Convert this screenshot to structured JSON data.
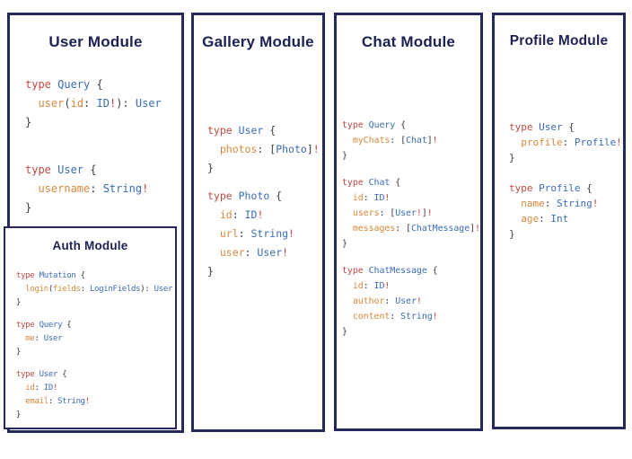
{
  "colors": {
    "bg": "#ffffff",
    "border": "#252a5c",
    "title": "#1c2153",
    "kw": "#c04a43",
    "ty": "#3a6cb4",
    "fld": "#d8883b",
    "pun": "#3b3b41",
    "bang": "#c8423b"
  },
  "modules": [
    {
      "id": "user",
      "title": "User Module",
      "code": [
        [
          {
            "c": "kw",
            "t": "type "
          },
          {
            "c": "ty",
            "t": "Query"
          },
          {
            "c": "pun",
            "t": " {"
          }
        ],
        [
          {
            "c": "pun",
            "t": "  "
          },
          {
            "c": "fld",
            "t": "user"
          },
          {
            "c": "pun",
            "t": "("
          },
          {
            "c": "fld",
            "t": "id"
          },
          {
            "c": "pun",
            "t": ": "
          },
          {
            "c": "ty",
            "t": "ID"
          },
          {
            "c": "bang",
            "t": "!"
          },
          {
            "c": "pun",
            "t": "): "
          },
          {
            "c": "ty",
            "t": "User"
          }
        ],
        [
          {
            "c": "pun",
            "t": "}"
          }
        ],
        [],
        [],
        [
          {
            "c": "kw",
            "t": "type "
          },
          {
            "c": "ty",
            "t": "User"
          },
          {
            "c": "pun",
            "t": " {"
          }
        ],
        [
          {
            "c": "pun",
            "t": "  "
          },
          {
            "c": "fld",
            "t": "username"
          },
          {
            "c": "pun",
            "t": ": "
          },
          {
            "c": "ty",
            "t": "String"
          },
          {
            "c": "bang",
            "t": "!"
          }
        ],
        [
          {
            "c": "pun",
            "t": "}"
          }
        ]
      ]
    },
    {
      "id": "auth",
      "title": "Auth Module",
      "code": [
        [
          {
            "c": "kw",
            "t": "type "
          },
          {
            "c": "ty",
            "t": "Mutation"
          },
          {
            "c": "pun",
            "t": " {"
          }
        ],
        [
          {
            "c": "pun",
            "t": "  "
          },
          {
            "c": "fld",
            "t": "login"
          },
          {
            "c": "pun",
            "t": "("
          },
          {
            "c": "fld",
            "t": "fields"
          },
          {
            "c": "pun",
            "t": ": "
          },
          {
            "c": "ty",
            "t": "LoginFields"
          },
          {
            "c": "pun",
            "t": "): "
          },
          {
            "c": "ty",
            "t": "User"
          }
        ],
        [
          {
            "c": "pun",
            "t": "}"
          }
        ],
        [],
        [
          {
            "c": "kw",
            "t": "type "
          },
          {
            "c": "ty",
            "t": "Query"
          },
          {
            "c": "pun",
            "t": " {"
          }
        ],
        [
          {
            "c": "pun",
            "t": "  "
          },
          {
            "c": "fld",
            "t": "me"
          },
          {
            "c": "pun",
            "t": ": "
          },
          {
            "c": "ty",
            "t": "User"
          }
        ],
        [
          {
            "c": "pun",
            "t": "}"
          }
        ],
        [],
        [
          {
            "c": "kw",
            "t": "type "
          },
          {
            "c": "ty",
            "t": "User"
          },
          {
            "c": "pun",
            "t": " {"
          }
        ],
        [
          {
            "c": "pun",
            "t": "  "
          },
          {
            "c": "fld",
            "t": "id"
          },
          {
            "c": "pun",
            "t": ": "
          },
          {
            "c": "ty",
            "t": "ID"
          },
          {
            "c": "bang",
            "t": "!"
          }
        ],
        [
          {
            "c": "pun",
            "t": "  "
          },
          {
            "c": "fld",
            "t": "email"
          },
          {
            "c": "pun",
            "t": ": "
          },
          {
            "c": "ty",
            "t": "String"
          },
          {
            "c": "bang",
            "t": "!"
          }
        ],
        [
          {
            "c": "pun",
            "t": "}"
          }
        ]
      ]
    },
    {
      "id": "gallery",
      "title": "Gallery Module",
      "code": [
        [
          {
            "c": "kw",
            "t": "type "
          },
          {
            "c": "ty",
            "t": "User"
          },
          {
            "c": "pun",
            "t": " {"
          }
        ],
        [
          {
            "c": "pun",
            "t": "  "
          },
          {
            "c": "fld",
            "t": "photos"
          },
          {
            "c": "pun",
            "t": ": ["
          },
          {
            "c": "ty",
            "t": "Photo"
          },
          {
            "c": "pun",
            "t": "]"
          },
          {
            "c": "bang",
            "t": "!"
          }
        ],
        [
          {
            "c": "pun",
            "t": "}"
          }
        ],
        [],
        [
          {
            "c": "kw",
            "t": "type "
          },
          {
            "c": "ty",
            "t": "Photo"
          },
          {
            "c": "pun",
            "t": " {"
          }
        ],
        [
          {
            "c": "pun",
            "t": "  "
          },
          {
            "c": "fld",
            "t": "id"
          },
          {
            "c": "pun",
            "t": ": "
          },
          {
            "c": "ty",
            "t": "ID"
          },
          {
            "c": "bang",
            "t": "!"
          }
        ],
        [
          {
            "c": "pun",
            "t": "  "
          },
          {
            "c": "fld",
            "t": "url"
          },
          {
            "c": "pun",
            "t": ": "
          },
          {
            "c": "ty",
            "t": "String"
          },
          {
            "c": "bang",
            "t": "!"
          }
        ],
        [
          {
            "c": "pun",
            "t": "  "
          },
          {
            "c": "fld",
            "t": "user"
          },
          {
            "c": "pun",
            "t": ": "
          },
          {
            "c": "ty",
            "t": "User"
          },
          {
            "c": "bang",
            "t": "!"
          }
        ],
        [
          {
            "c": "pun",
            "t": "}"
          }
        ]
      ]
    },
    {
      "id": "chat",
      "title": "Chat Module",
      "code": [
        [
          {
            "c": "kw",
            "t": "type "
          },
          {
            "c": "ty",
            "t": "Query"
          },
          {
            "c": "pun",
            "t": " {"
          }
        ],
        [
          {
            "c": "pun",
            "t": "  "
          },
          {
            "c": "fld",
            "t": "myChats"
          },
          {
            "c": "pun",
            "t": ": ["
          },
          {
            "c": "ty",
            "t": "Chat"
          },
          {
            "c": "pun",
            "t": "]"
          },
          {
            "c": "bang",
            "t": "!"
          }
        ],
        [
          {
            "c": "pun",
            "t": "}"
          }
        ],
        [],
        [
          {
            "c": "kw",
            "t": "type "
          },
          {
            "c": "ty",
            "t": "Chat"
          },
          {
            "c": "pun",
            "t": " {"
          }
        ],
        [
          {
            "c": "pun",
            "t": "  "
          },
          {
            "c": "fld",
            "t": "id"
          },
          {
            "c": "pun",
            "t": ": "
          },
          {
            "c": "ty",
            "t": "ID"
          },
          {
            "c": "bang",
            "t": "!"
          }
        ],
        [
          {
            "c": "pun",
            "t": "  "
          },
          {
            "c": "fld",
            "t": "users"
          },
          {
            "c": "pun",
            "t": ": ["
          },
          {
            "c": "ty",
            "t": "User"
          },
          {
            "c": "bang",
            "t": "!"
          },
          {
            "c": "pun",
            "t": "]"
          },
          {
            "c": "bang",
            "t": "!"
          }
        ],
        [
          {
            "c": "pun",
            "t": "  "
          },
          {
            "c": "fld",
            "t": "messages"
          },
          {
            "c": "pun",
            "t": ": ["
          },
          {
            "c": "ty",
            "t": "ChatMessage"
          },
          {
            "c": "pun",
            "t": "]"
          },
          {
            "c": "bang",
            "t": "!"
          }
        ],
        [
          {
            "c": "pun",
            "t": "}"
          }
        ],
        [],
        [
          {
            "c": "kw",
            "t": "type "
          },
          {
            "c": "ty",
            "t": "ChatMessage"
          },
          {
            "c": "pun",
            "t": " {"
          }
        ],
        [
          {
            "c": "pun",
            "t": "  "
          },
          {
            "c": "fld",
            "t": "id"
          },
          {
            "c": "pun",
            "t": ": "
          },
          {
            "c": "ty",
            "t": "ID"
          },
          {
            "c": "bang",
            "t": "!"
          }
        ],
        [
          {
            "c": "pun",
            "t": "  "
          },
          {
            "c": "fld",
            "t": "author"
          },
          {
            "c": "pun",
            "t": ": "
          },
          {
            "c": "ty",
            "t": "User"
          },
          {
            "c": "bang",
            "t": "!"
          }
        ],
        [
          {
            "c": "pun",
            "t": "  "
          },
          {
            "c": "fld",
            "t": "content"
          },
          {
            "c": "pun",
            "t": ": "
          },
          {
            "c": "ty",
            "t": "String"
          },
          {
            "c": "bang",
            "t": "!"
          }
        ],
        [
          {
            "c": "pun",
            "t": "}"
          }
        ]
      ]
    },
    {
      "id": "profile",
      "title": "Profile Module",
      "code": [
        [
          {
            "c": "kw",
            "t": "type "
          },
          {
            "c": "ty",
            "t": "User"
          },
          {
            "c": "pun",
            "t": " {"
          }
        ],
        [
          {
            "c": "pun",
            "t": "  "
          },
          {
            "c": "fld",
            "t": "profile"
          },
          {
            "c": "pun",
            "t": ": "
          },
          {
            "c": "ty",
            "t": "Profile"
          },
          {
            "c": "bang",
            "t": "!"
          }
        ],
        [
          {
            "c": "pun",
            "t": "}"
          }
        ],
        [],
        [
          {
            "c": "kw",
            "t": "type "
          },
          {
            "c": "ty",
            "t": "Profile"
          },
          {
            "c": "pun",
            "t": " {"
          }
        ],
        [
          {
            "c": "pun",
            "t": "  "
          },
          {
            "c": "fld",
            "t": "name"
          },
          {
            "c": "pun",
            "t": ": "
          },
          {
            "c": "ty",
            "t": "String"
          },
          {
            "c": "bang",
            "t": "!"
          }
        ],
        [
          {
            "c": "pun",
            "t": "  "
          },
          {
            "c": "fld",
            "t": "age"
          },
          {
            "c": "pun",
            "t": ": "
          },
          {
            "c": "ty",
            "t": "Int"
          }
        ],
        [
          {
            "c": "pun",
            "t": "}"
          }
        ]
      ]
    }
  ]
}
